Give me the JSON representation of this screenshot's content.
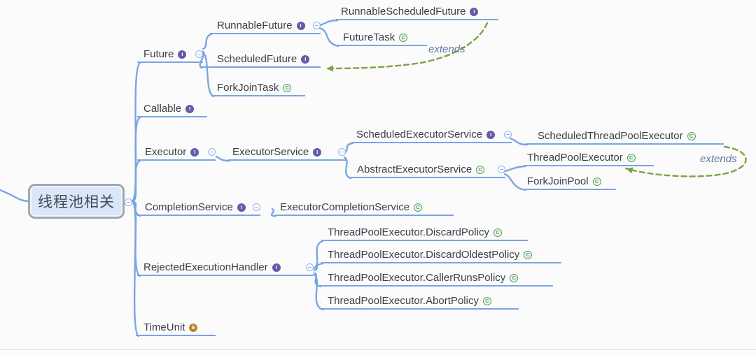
{
  "canvas": {
    "background": "#fbfbfb"
  },
  "root": {
    "label": "线程池相关"
  },
  "icon_letters": {
    "interface": "I",
    "class": "C",
    "enum": "E"
  },
  "annotations": {
    "extends_top": "extends",
    "extends_right": "extends"
  },
  "colors": {
    "branch": "#7aa5e3",
    "arrow": "#7ba442",
    "iface": "#655ba7",
    "cls": "#55a05a",
    "enum": "#b9862c",
    "text": "#3a3f46",
    "extends": "#5f7aa3"
  },
  "nodes": [
    {
      "id": "future",
      "label": "Future",
      "type": "interface",
      "collapsible": true
    },
    {
      "id": "runnableFuture",
      "label": "RunnableFuture",
      "type": "interface",
      "collapsible": true
    },
    {
      "id": "runnableScheduledFuture",
      "label": "RunnableScheduledFuture",
      "type": "interface",
      "collapsible": false
    },
    {
      "id": "futureTask",
      "label": "FutureTask",
      "type": "class",
      "collapsible": false
    },
    {
      "id": "scheduledFuture",
      "label": "ScheduledFuture",
      "type": "interface",
      "collapsible": false
    },
    {
      "id": "forkJoinTask",
      "label": "ForkJoinTask",
      "type": "class",
      "collapsible": false
    },
    {
      "id": "callable",
      "label": "Callable",
      "type": "interface",
      "collapsible": false
    },
    {
      "id": "executor",
      "label": "Executor",
      "type": "interface",
      "collapsible": true
    },
    {
      "id": "executorService",
      "label": "ExecutorService",
      "type": "interface",
      "collapsible": true
    },
    {
      "id": "scheduledExecutorService",
      "label": "ScheduledExecutorService",
      "type": "interface",
      "collapsible": true
    },
    {
      "id": "scheduledThreadPoolExecutor",
      "label": "ScheduledThreadPoolExecutor",
      "type": "class",
      "collapsible": false
    },
    {
      "id": "abstractExecutorService",
      "label": "AbstractExecutorService",
      "type": "class",
      "collapsible": true
    },
    {
      "id": "threadPoolExecutor",
      "label": "ThreadPoolExecutor",
      "type": "class",
      "collapsible": false
    },
    {
      "id": "forkJoinPool",
      "label": "ForkJoinPool",
      "type": "class",
      "collapsible": false
    },
    {
      "id": "completionService",
      "label": "CompletionService",
      "type": "interface",
      "collapsible": true
    },
    {
      "id": "executorCompletionService",
      "label": "ExecutorCompletionService",
      "type": "class",
      "collapsible": false
    },
    {
      "id": "rejectedExecutionHandler",
      "label": "RejectedExecutionHandler",
      "type": "interface",
      "collapsible": true
    },
    {
      "id": "discardPolicy",
      "label": "ThreadPoolExecutor.DiscardPolicy",
      "type": "class",
      "collapsible": false
    },
    {
      "id": "discardOldestPolicy",
      "label": "ThreadPoolExecutor.DiscardOldestPolicy",
      "type": "class",
      "collapsible": false
    },
    {
      "id": "callerRunsPolicy",
      "label": "ThreadPoolExecutor.CallerRunsPolicy",
      "type": "class",
      "collapsible": false
    },
    {
      "id": "abortPolicy",
      "label": "ThreadPoolExecutor.AbortPolicy",
      "type": "class",
      "collapsible": false
    },
    {
      "id": "timeUnit",
      "label": "TimeUnit",
      "type": "enum",
      "collapsible": false
    }
  ]
}
